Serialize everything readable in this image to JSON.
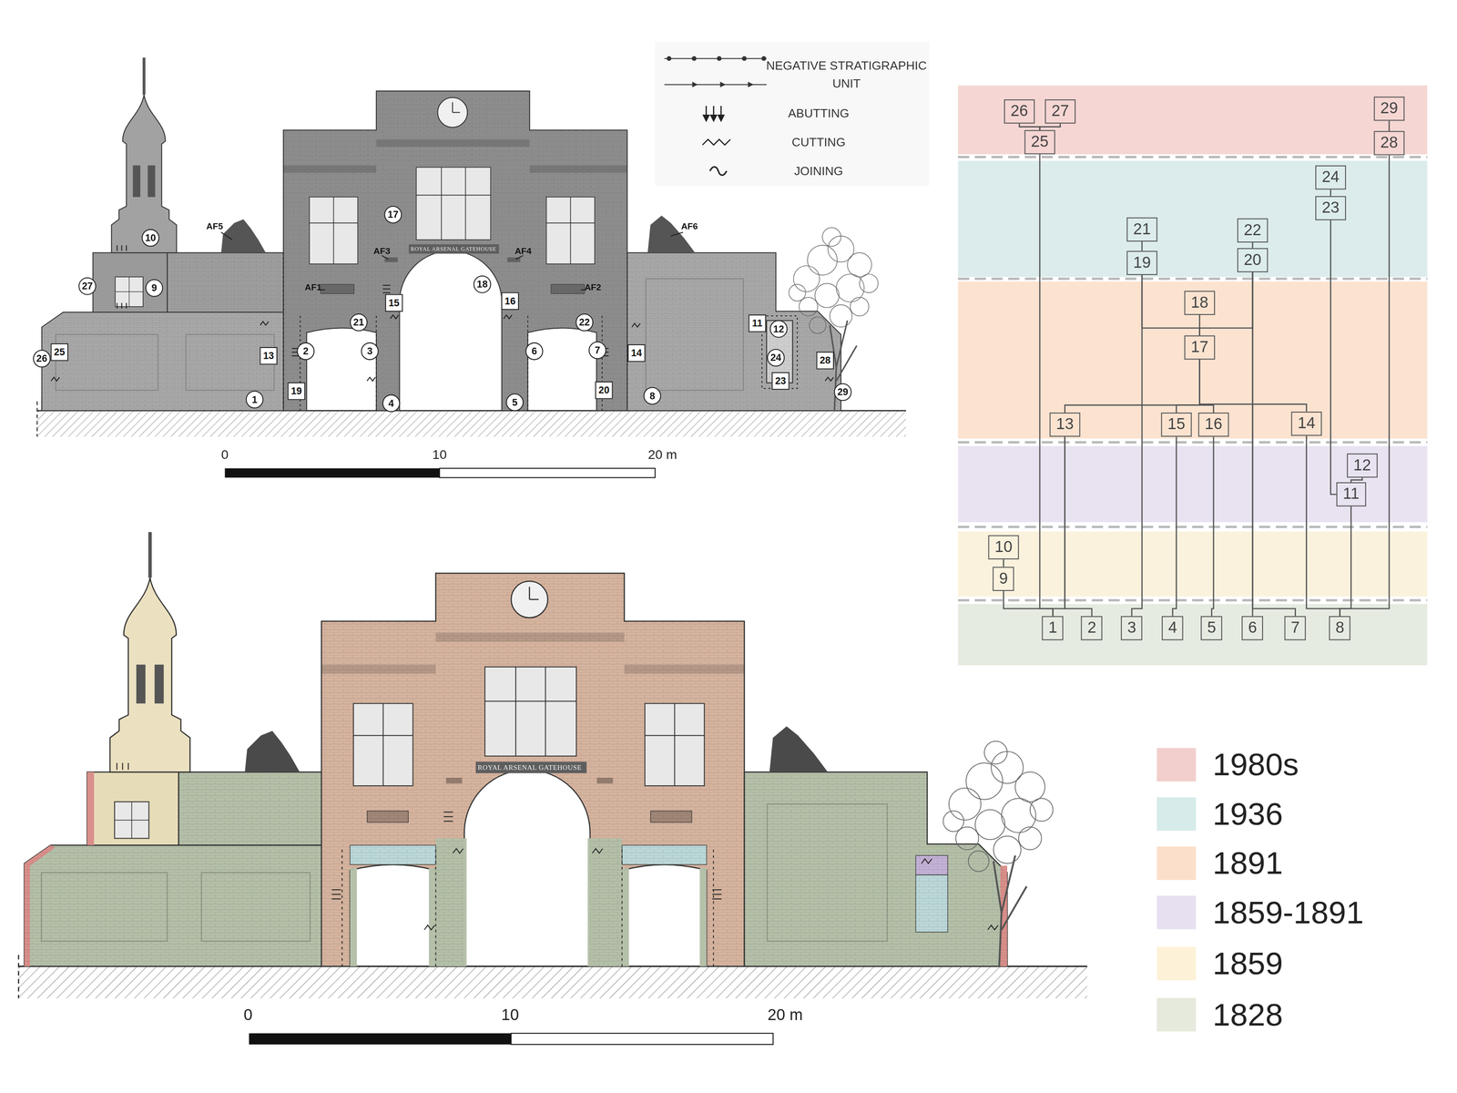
{
  "diagram": {
    "nodes": [
      {
        "text": [
          "26"
        ]
      },
      {
        "text": [
          "27"
        ]
      },
      {
        "text": [
          "29"
        ]
      },
      {
        "text": [
          "25"
        ]
      },
      {
        "text": [
          "28"
        ]
      },
      {
        "text": [
          "24"
        ]
      },
      {
        "text": [
          "23"
        ]
      },
      {
        "text": [
          "21"
        ]
      },
      {
        "text": [
          "22"
        ]
      },
      {
        "text": [
          "19"
        ]
      },
      {
        "text": [
          "20"
        ]
      },
      {
        "text": [
          "18"
        ]
      },
      {
        "text": [
          "17"
        ]
      },
      {
        "text": [
          "13"
        ]
      },
      {
        "text": [
          "15"
        ]
      },
      {
        "text": [
          "16"
        ]
      },
      {
        "text": [
          "14"
        ]
      },
      {
        "text": [
          "12"
        ]
      },
      {
        "text": [
          "11"
        ]
      },
      {
        "text": [
          "10"
        ]
      },
      {
        "text": [
          "9"
        ]
      },
      {
        "text": [
          "1"
        ]
      },
      {
        "text": [
          "2"
        ]
      },
      {
        "text": [
          "3"
        ]
      },
      {
        "text": [
          "4"
        ]
      },
      {
        "text": [
          "5"
        ]
      },
      {
        "text": [
          "6"
        ]
      },
      {
        "text": [
          "7"
        ]
      },
      {
        "text": [
          "8"
        ]
      }
    ],
    "edges": [
      {
        "from": 0,
        "to": 3,
        "arrow": "none"
      },
      {
        "from": 1,
        "to": 3,
        "arrow": "none"
      },
      {
        "from": 2,
        "to": 4,
        "arrow": "none"
      },
      {
        "from": 3,
        "to": 21,
        "arrow": "none"
      },
      {
        "from": 4,
        "to": 28,
        "arrow": "none"
      },
      {
        "from": 5,
        "to": 6,
        "arrow": "none"
      },
      {
        "from": 6,
        "to": 18,
        "arrow": "none"
      },
      {
        "from": 7,
        "to": 9,
        "arrow": "none"
      },
      {
        "from": 8,
        "to": 10,
        "arrow": "none"
      },
      {
        "from": 9,
        "to": 12,
        "arrow": "none"
      },
      {
        "from": 10,
        "to": 12,
        "arrow": "none"
      },
      {
        "from": 9,
        "to": 23,
        "arrow": "none"
      },
      {
        "from": 10,
        "to": 26,
        "arrow": "none"
      },
      {
        "from": 10,
        "to": 27,
        "arrow": "none"
      },
      {
        "from": 11,
        "to": 12,
        "arrow": "none"
      },
      {
        "from": 12,
        "to": 13,
        "arrow": "none"
      },
      {
        "from": 12,
        "to": 14,
        "arrow": "none"
      },
      {
        "from": 12,
        "to": 15,
        "arrow": "none"
      },
      {
        "from": 12,
        "to": 16,
        "arrow": "none"
      },
      {
        "from": 13,
        "to": 21,
        "arrow": "none"
      },
      {
        "from": 13,
        "to": 22,
        "arrow": "none"
      },
      {
        "from": 14,
        "to": 24,
        "arrow": "none"
      },
      {
        "from": 15,
        "to": 25,
        "arrow": "none"
      },
      {
        "from": 16,
        "to": 28,
        "arrow": "none"
      },
      {
        "from": 17,
        "to": 18,
        "arrow": "none"
      },
      {
        "from": 18,
        "to": 28,
        "arrow": "none"
      },
      {
        "from": 19,
        "to": 20,
        "arrow": "none"
      },
      {
        "from": 20,
        "to": 21,
        "arrow": "none"
      }
    ],
    "labels": [
      "10",
      "9",
      "27",
      "26",
      "25",
      "13",
      "2",
      "19",
      "1",
      "21",
      "3",
      "4",
      "15",
      "17",
      "18",
      "16",
      "22",
      "6",
      "5",
      "7",
      "20",
      "14",
      "8",
      "11",
      "12",
      "24",
      "23",
      "28",
      "29",
      "AF5",
      "AF6",
      "AF3",
      "AF4",
      "AF1",
      "AF2",
      "ROYAL ARSENAL GATEHOUSE",
      "ROYAL ARSENAL GATEHOUSE",
      "0",
      "10",
      "20 m",
      "0",
      "10",
      "20 m"
    ],
    "legend": [
      {
        "text": "NEGATIVE STRATIGRAPHIC UNIT"
      },
      {
        "text": "ABUTTING"
      },
      {
        "text": "CUTTING"
      },
      {
        "text": "JOINING"
      },
      {
        "text": "1980s",
        "color": "#f2cfcc"
      },
      {
        "text": "1936",
        "color": "#d6ebea"
      },
      {
        "text": "1891",
        "color": "#fcdfca"
      },
      {
        "text": "1859-1891",
        "color": "#e6e0f1"
      },
      {
        "text": "1859",
        "color": "#fdf1d8"
      },
      {
        "text": "1828",
        "color": "#e5eadd"
      }
    ]
  }
}
